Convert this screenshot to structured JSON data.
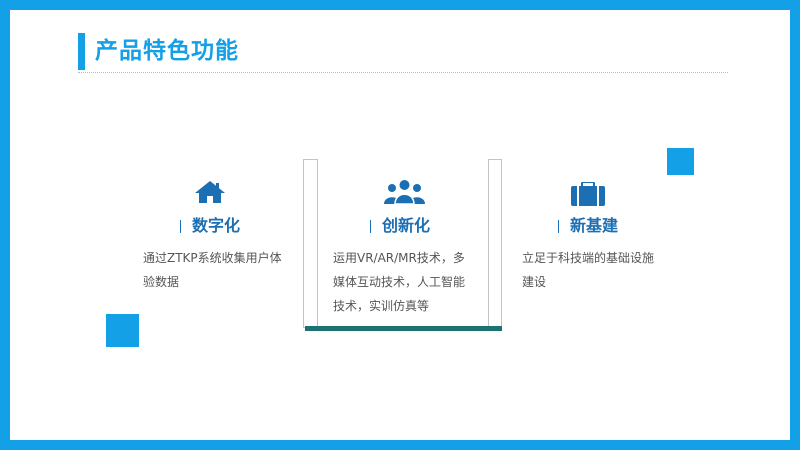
{
  "page": {
    "title": "产品特色功能"
  },
  "colors": {
    "accent": "#13a0e6",
    "heading": "#1d6fb3",
    "teal": "#1d7170",
    "text": "#555555"
  },
  "features": [
    {
      "icon": "home-icon",
      "title": "数字化",
      "lines": [
        "通过ZTKP系统收集用户体",
        "验数据"
      ]
    },
    {
      "icon": "people-group-icon",
      "title": "创新化",
      "lines": [
        "运用VR/AR/MR技术，多",
        "媒体互动技术，人工智能",
        "技术，实训仿真等"
      ]
    },
    {
      "icon": "briefcase-icon",
      "title": "新基建",
      "lines": [
        "立足于科技端的基础设施",
        "建设"
      ]
    }
  ]
}
